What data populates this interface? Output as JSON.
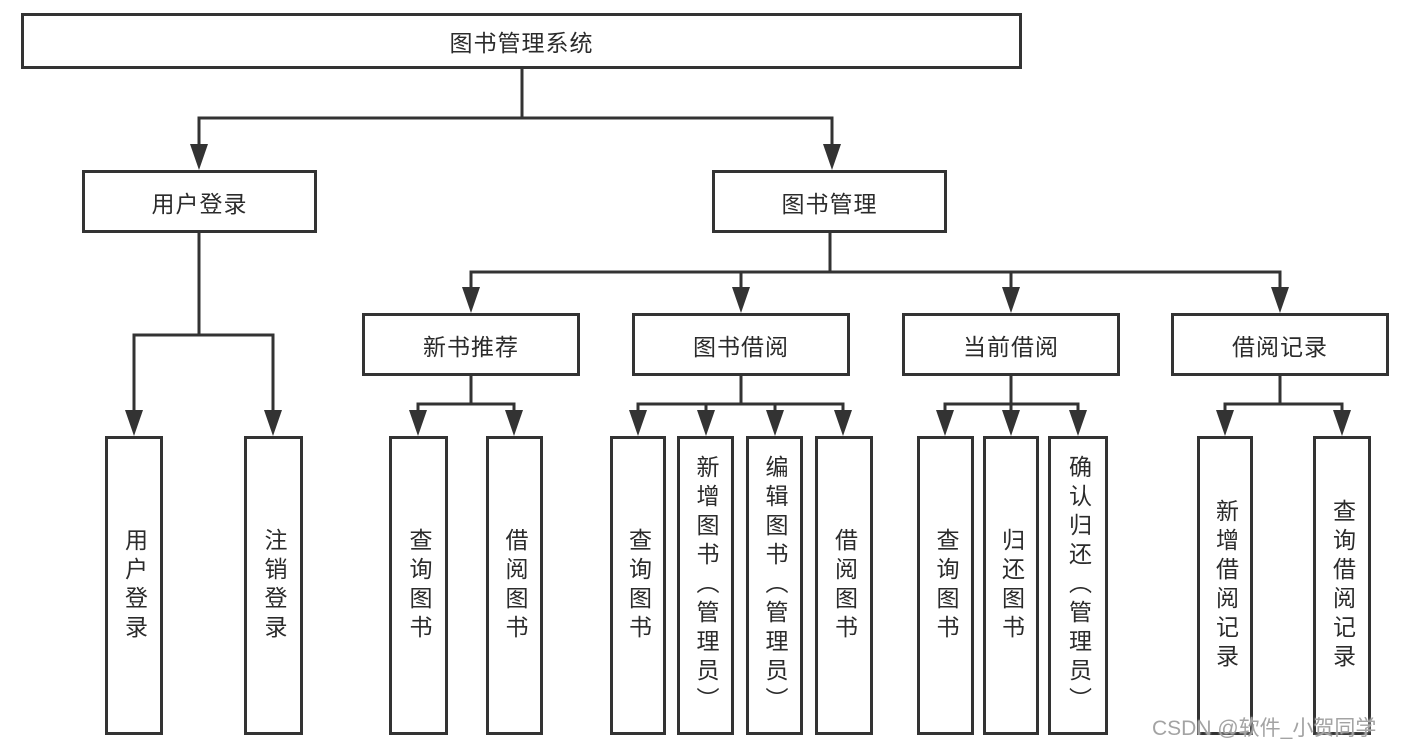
{
  "colors": {
    "background": "#ffffff",
    "line": "#333333",
    "box_border": "#333333",
    "text": "#2b2b2b",
    "watermark": "#a3a3a3"
  },
  "tree": {
    "root": {
      "label": "图书管理系统",
      "children": [
        {
          "label": "用户登录",
          "children": [
            {
              "label": "用户登录"
            },
            {
              "label": "注销登录"
            }
          ]
        },
        {
          "label": "图书管理",
          "children": [
            {
              "label": "新书推荐",
              "children": [
                {
                  "label": "查询图书"
                },
                {
                  "label": "借阅图书"
                }
              ]
            },
            {
              "label": "图书借阅",
              "children": [
                {
                  "label": "查询图书"
                },
                {
                  "label": "新增图书（管理员）"
                },
                {
                  "label": "编辑图书（管理员）"
                },
                {
                  "label": "借阅图书"
                }
              ]
            },
            {
              "label": "当前借阅",
              "children": [
                {
                  "label": "查询图书"
                },
                {
                  "label": "归还图书"
                },
                {
                  "label": "确认归还（管理员）"
                }
              ]
            },
            {
              "label": "借阅记录",
              "children": [
                {
                  "label": "新增借阅记录"
                },
                {
                  "label": "查询借阅记录"
                }
              ]
            }
          ]
        }
      ]
    }
  },
  "watermark": {
    "text": "CSDN @软件_小贺同学"
  }
}
